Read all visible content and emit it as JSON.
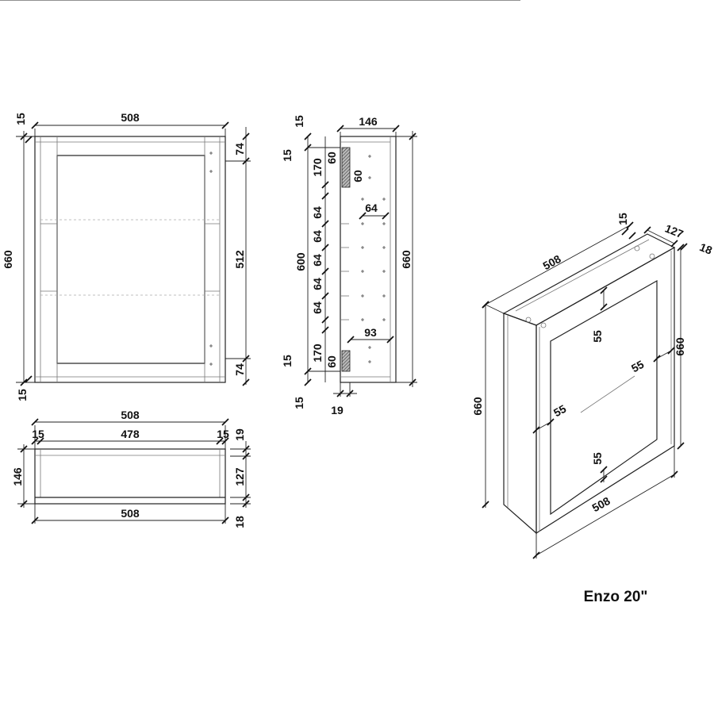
{
  "title": "Enzo 20\"",
  "front_view": {
    "width": "508",
    "top_rail": "15",
    "height": "660",
    "bottom_rail": "15",
    "top_hinge": "74",
    "hinge_spacing": "512",
    "bottom_hinge": "74"
  },
  "side_view": {
    "top_panel": "15",
    "depth": "146",
    "top_offset": "15",
    "top_block": "170",
    "top_hatch": "60",
    "inner_hatch": "60",
    "hole_spacing_horizontal": "64",
    "shelf_pitch": [
      "64",
      "64",
      "64",
      "64",
      "64"
    ],
    "shelf_span": "600",
    "height": "660",
    "bottom_offset": "93",
    "bottom_block": "170",
    "bottom_hatch": "60",
    "bottom_panel_left": "15",
    "bottom_panel": "15",
    "back_thickness": "19"
  },
  "top_view": {
    "overall_width": "508",
    "left_side": "15",
    "inner_width": "478",
    "right_side": "15",
    "back_gap": "19",
    "depth": "146",
    "inner_depth": "127",
    "bottom_width": "508",
    "door_thickness": "18"
  },
  "iso_view": {
    "width": "508",
    "top_panel": "15",
    "depth": "127",
    "door_thickness": "18",
    "height_left": "660",
    "height_right": "660",
    "frame_top": "55",
    "frame_left": "55",
    "frame_right": "55",
    "frame_bottom": "55",
    "door_width": "508"
  }
}
